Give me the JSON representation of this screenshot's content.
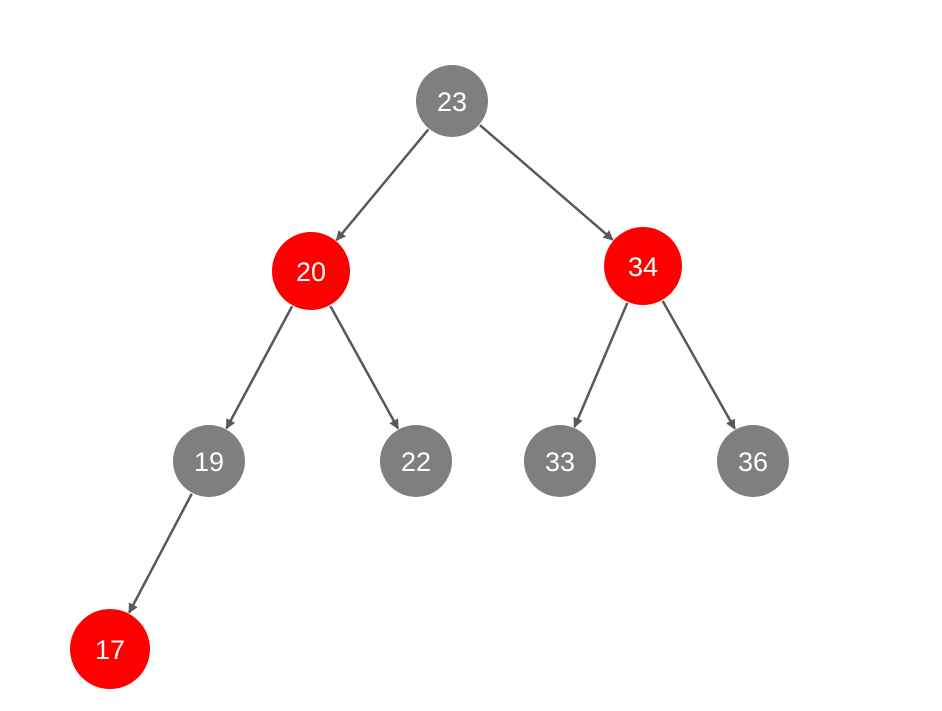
{
  "colors": {
    "black_node": "#7f7f7f",
    "red_node": "#ff0000",
    "edge": "#595959",
    "label": "#ffffff"
  },
  "tree": {
    "nodes": [
      {
        "id": "n23",
        "label": "23",
        "color": "black"
      },
      {
        "id": "n20",
        "label": "20",
        "color": "red"
      },
      {
        "id": "n34",
        "label": "34",
        "color": "red"
      },
      {
        "id": "n19",
        "label": "19",
        "color": "black"
      },
      {
        "id": "n22",
        "label": "22",
        "color": "black"
      },
      {
        "id": "n33",
        "label": "33",
        "color": "black"
      },
      {
        "id": "n36",
        "label": "36",
        "color": "black"
      },
      {
        "id": "n17",
        "label": "17",
        "color": "red"
      }
    ],
    "edges": [
      {
        "from": "n23",
        "to": "n20"
      },
      {
        "from": "n23",
        "to": "n34"
      },
      {
        "from": "n20",
        "to": "n19"
      },
      {
        "from": "n20",
        "to": "n22"
      },
      {
        "from": "n34",
        "to": "n33"
      },
      {
        "from": "n34",
        "to": "n36"
      },
      {
        "from": "n19",
        "to": "n17"
      }
    ]
  }
}
